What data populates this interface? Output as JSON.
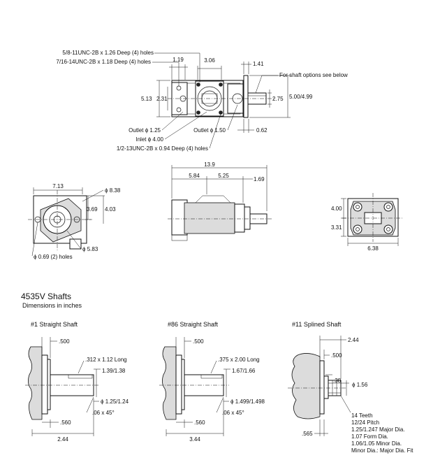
{
  "top_view": {
    "callout_58": "5/8-11UNC-2B x 1.26 Deep (4) holes",
    "callout_716": "7/16-14UNC-2B x 1.18 Deep (4) holes",
    "dim_119": "1.19",
    "dim_306": "3.06",
    "dim_141": "1.41",
    "shaft_note": "For shaft options see below",
    "dim_513": "5.13",
    "dim_231": "2.31",
    "dim_275": "2.75",
    "dim_500": "5.00/4.99",
    "outlet_125": "Outlet ϕ 1.25",
    "outlet_150": "Outlet ϕ 1.50",
    "dim_062": "0.62",
    "inlet_400": "Inlet ϕ 4.00",
    "callout_12": "1/2-13UNC-2B x 0.94 Deep (4) holes"
  },
  "left_view": {
    "dim_713": "7.13",
    "dia_838": "ϕ 8.38",
    "dim_369": "3.69",
    "dim_403": "4.03",
    "dia_583": "ϕ 5.83",
    "holes": "ϕ 0.69 (2) holes"
  },
  "side_view": {
    "dim_139": "13.9",
    "dim_584": "5.84",
    "dim_525": "5.25",
    "dim_169": "1.69"
  },
  "right_view": {
    "dim_400": "4.00",
    "dim_331": "3.31",
    "dim_638": "6.38"
  },
  "shafts_section": {
    "title": "4535V Shafts",
    "subtitle": "Dimensions in inches"
  },
  "shaft1": {
    "title": "#1 Straight Shaft",
    "dim_500": ".500",
    "key": ".312 x 1.12 Long",
    "key_dia": "1.39/1.38",
    "dia": "ϕ 1.25/1.24",
    "chamfer": ".06 x 45°",
    "dim_560": ".560",
    "dim_244": "2.44"
  },
  "shaft86": {
    "title": "#86 Straight Shaft",
    "dim_500": ".500",
    "key": ".375 x 2.00 Long",
    "key_dia": "1.67/1.66",
    "dia": "ϕ 1.499/1.498",
    "chamfer": ".06 x 45°",
    "dim_560": ".560",
    "dim_344": "3.44"
  },
  "shaft11": {
    "title": "#11 Splined Shaft",
    "dim_244": "2.44",
    "dim_500": ".500",
    "dim_38": ".38",
    "dia": "ϕ 1.56",
    "dim_565": ".565",
    "spec_lines": [
      "14 Teeth",
      "12/24 Pitch",
      "1.25/1.247 Major Dia.",
      "1.07 Form Dia.",
      "1.06/1.05 Minor Dia.",
      "Minor Dia.: Major Dia. Fit"
    ]
  }
}
